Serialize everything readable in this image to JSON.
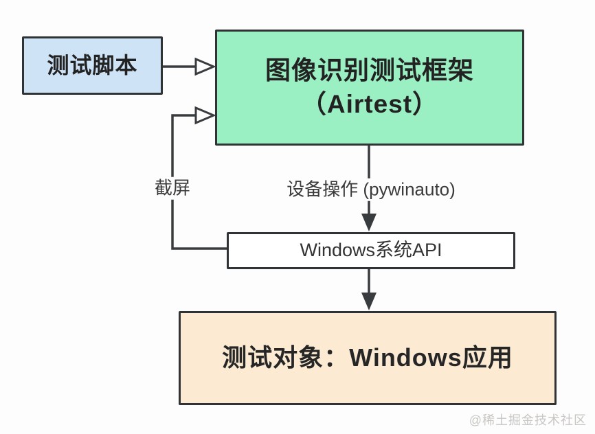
{
  "diagram": {
    "title_none_shown": "",
    "nodes": {
      "test_script": {
        "label": "测试脚本"
      },
      "framework": {
        "label_line1": "图像识别测试框架",
        "label_line2": "（Airtest）"
      },
      "windows_api": {
        "label": "Windows系统API"
      },
      "test_target": {
        "label": "测试对象：Windows应用"
      }
    },
    "edges": [
      {
        "from": "test_script",
        "to": "framework",
        "label": "",
        "arrowhead": "open"
      },
      {
        "from": "windows_api",
        "to": "framework",
        "label": "截屏",
        "arrowhead": "open"
      },
      {
        "from": "framework",
        "to": "windows_api",
        "label": "设备操作 (pywinauto)",
        "arrowhead": "solid"
      },
      {
        "from": "windows_api",
        "to": "test_target",
        "label": "",
        "arrowhead": "solid"
      }
    ],
    "edge_labels": {
      "screenshot": "截屏",
      "device_operation": "设备操作 (pywinauto)"
    },
    "colors": {
      "test_script_fill": "#cfe3f7",
      "framework_fill": "#9af0c3",
      "windows_api_fill": "#ffffff",
      "test_target_fill": "#fcebd2",
      "border": "#303336",
      "line": "#393c3f",
      "label_text": "#3b3b3b",
      "watermark_text": "#c7c3bf"
    },
    "watermark": "@稀土掘金技术社区"
  }
}
